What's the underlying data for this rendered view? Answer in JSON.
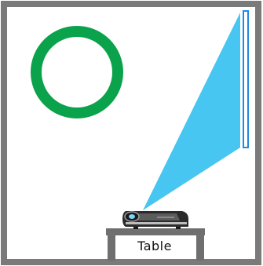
{
  "diagram": {
    "table_label": "Table",
    "colors": {
      "room_border": "#7a7a7a",
      "room_fill": "#ffffff",
      "circle_ring": "#0aa24a",
      "light_beam": "#46c6f0",
      "screen": "#1e88e5",
      "table": "#6f6f6f",
      "projector_body": "#2b2b2b"
    },
    "icons": [
      "projector-icon",
      "projection-screen",
      "green-ring-marker"
    ]
  }
}
